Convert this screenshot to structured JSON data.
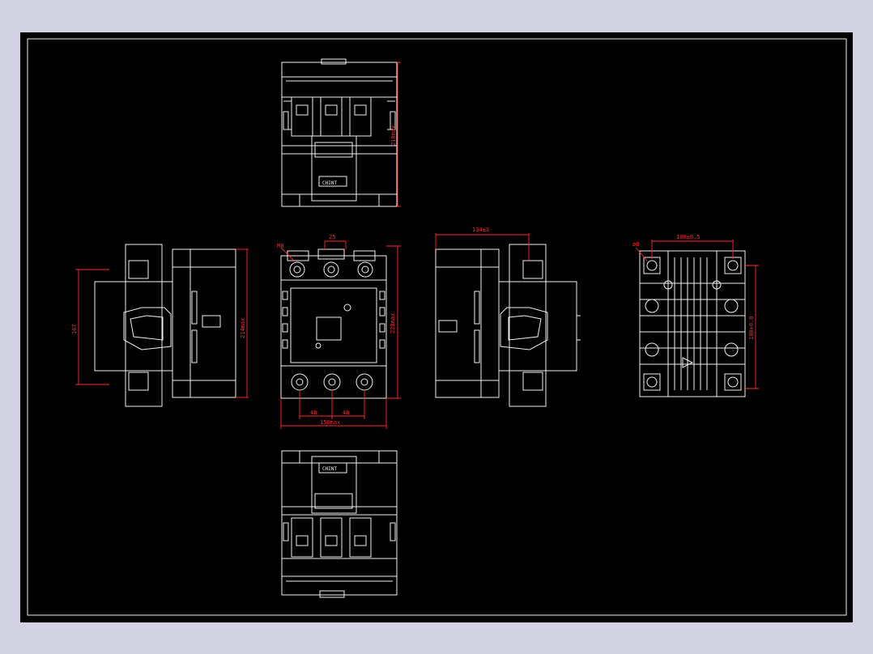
{
  "drawing": {
    "brand_label": "CHINT",
    "brand_label_side": "CHINT",
    "dimensions": {
      "top_height": "210max",
      "front_height": "220max",
      "front_width": "150max",
      "front_pitch_left": "48",
      "front_pitch_right": "48",
      "front_top_gap": "25",
      "front_terminal": "M8",
      "left_height": "214max",
      "left_inner": "167",
      "right_width": "134±1",
      "back_width": "100±0.5",
      "back_height": "100±0.8",
      "back_hole": "ø8"
    }
  },
  "colors": {
    "frame": "#d2d2e2",
    "canvas": "#000000",
    "line": "#f0f0f0",
    "dimension": "#ff2a2a"
  }
}
